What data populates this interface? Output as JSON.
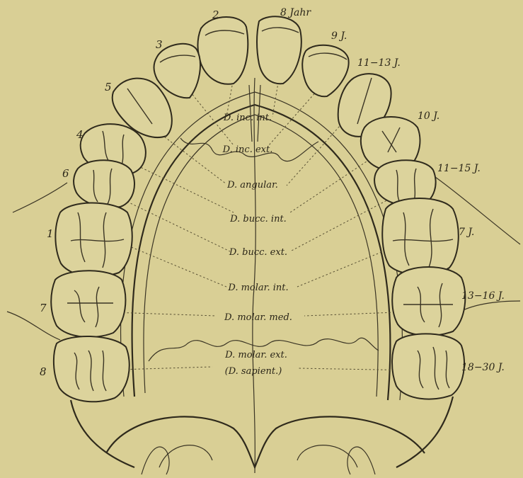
{
  "palette": {
    "paper": "#d9cf95",
    "ink": "#2f2a1c"
  },
  "tooth_numbers": [
    "2",
    "3",
    "5",
    "4",
    "6",
    "1",
    "7",
    "8"
  ],
  "age_labels": [
    "8 Jahr",
    "9 J.",
    "11−13 J.",
    "10 J.",
    "11−15 J.",
    "7 J.",
    "13−16 J.",
    "18−30 J."
  ],
  "region_labels": [
    "D. inc. int.",
    "D. inc. ext.",
    "D. angular.",
    "D. bucc. int.",
    "D. bucc. ext.",
    "D. molar. int.",
    "D. molar. med.",
    "D. molar. ext.",
    "(D. sapient.)"
  ]
}
